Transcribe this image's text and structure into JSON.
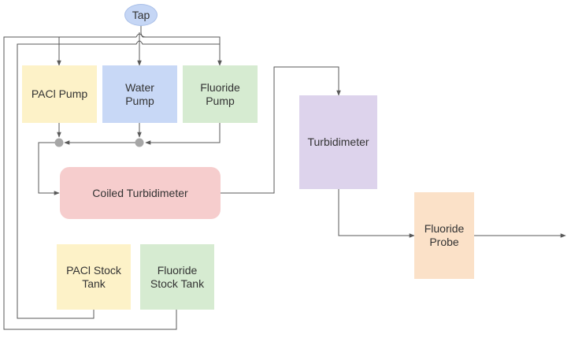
{
  "diagram": {
    "colors": {
      "line": "#595959",
      "junction": "#a6a6a6",
      "tap": "#c5d6f5",
      "yellow": "#fdf2c8",
      "blue": "#c8d8f6",
      "green": "#d6ebd1",
      "red": "#f6cdcd",
      "purple": "#ddd3ec",
      "orange": "#fbe1c8"
    },
    "nodes": {
      "tap": "Tap",
      "paci_pump": "PACl Pump",
      "water_pump": "Water\nPump",
      "fluoride_pump": "Fluoride\nPump",
      "coiled_turbidimeter": "Coiled Turbidimeter",
      "turbidimeter": "Turbidimeter",
      "fluoride_probe": "Fluoride\nProbe",
      "paci_stock_tank": "PACl Stock\nTank",
      "fluoride_stock_tank": "Fluoride\nStock Tank"
    }
  }
}
